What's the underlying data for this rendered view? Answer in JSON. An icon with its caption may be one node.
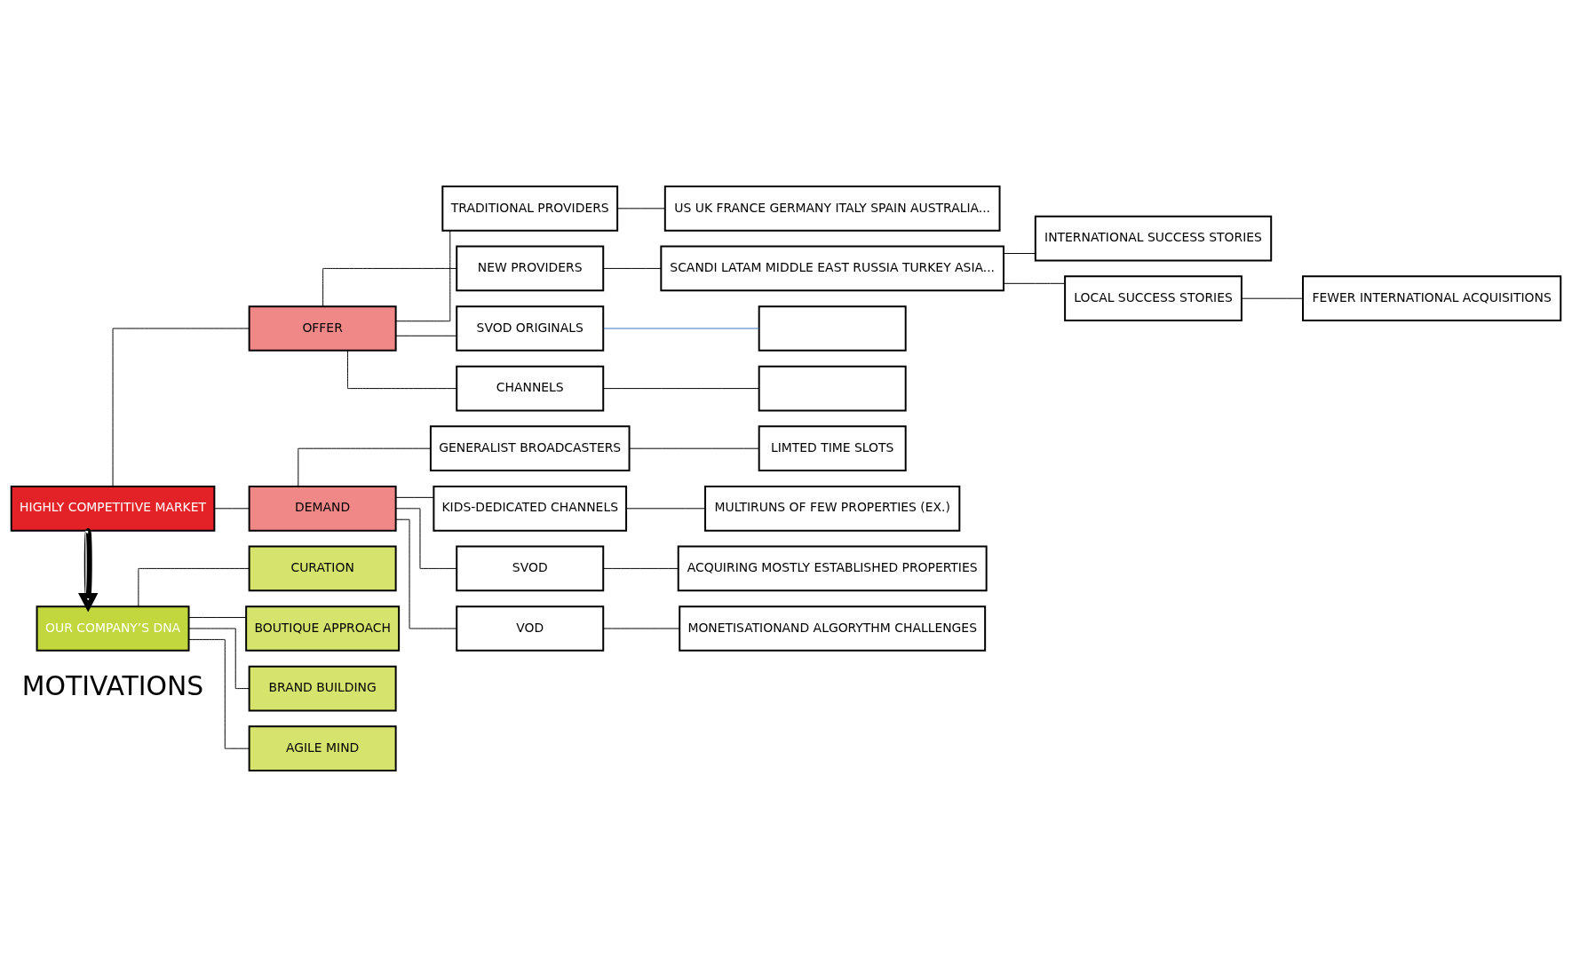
{
  "diagram": {
    "nodes": [
      {
        "text": [
          "HIGHLY COMPETITIVE MARKET"
        ]
      },
      {
        "text": [
          "OUR COMPANY’S DNA"
        ]
      },
      {
        "text": [
          "OFFER"
        ]
      },
      {
        "text": [
          "DEMAND"
        ]
      },
      {
        "text": [
          "CURATION"
        ]
      },
      {
        "text": [
          "BOUTIQUE APPROACH"
        ]
      },
      {
        "text": [
          "BRAND BUILDING"
        ]
      },
      {
        "text": [
          "AGILE MIND"
        ]
      },
      {
        "text": [
          "TRADITIONAL PROVIDERS"
        ]
      },
      {
        "text": [
          "NEW PROVIDERS"
        ]
      },
      {
        "text": [
          "SVOD ORIGINALS"
        ]
      },
      {
        "text": [
          "CHANNELS"
        ]
      },
      {
        "text": [
          "GENERALIST BROADCASTERS"
        ]
      },
      {
        "text": [
          "KIDS-DEDICATED CHANNELS"
        ]
      },
      {
        "text": [
          "SVOD"
        ]
      },
      {
        "text": [
          "VOD"
        ]
      },
      {
        "text": [
          "US UK FRANCE GERMANY ITALY SPAIN AUSTRALIA..."
        ]
      },
      {
        "text": [
          "SCANDI LATAM MIDDLE EAST RUSSIA TURKEY ASIA..."
        ]
      },
      {
        "text": [],
        "shape": "box"
      },
      {
        "text": [],
        "shape": "box"
      },
      {
        "text": [
          "LIMTED TIME SLOTS"
        ]
      },
      {
        "text": [
          "MULTIRUNS OF FEW PROPERTIES (EX.)"
        ]
      },
      {
        "text": [
          "ACQUIRING MOSTLY ESTABLISHED PROPERTIES"
        ]
      },
      {
        "text": [
          "MONETISATIONAND ALGORYTHM CHALLENGES"
        ]
      },
      {
        "text": [
          "INTERNATIONAL SUCCESS STORIES"
        ]
      },
      {
        "text": [
          "LOCAL SUCCESS STORIES"
        ]
      },
      {
        "text": [
          "FEWER INTERNATIONAL ACQUISITIONS"
        ]
      }
    ],
    "edges": [
      {
        "from": 0,
        "to": 1,
        "arrow": "to",
        "style": "thick"
      },
      {
        "from": 0,
        "to": 2,
        "arrow": "none"
      },
      {
        "from": 0,
        "to": 3,
        "arrow": "none"
      },
      {
        "from": 1,
        "to": 4,
        "arrow": "none"
      },
      {
        "from": 1,
        "to": 5,
        "arrow": "none"
      },
      {
        "from": 1,
        "to": 6,
        "arrow": "none"
      },
      {
        "from": 1,
        "to": 7,
        "arrow": "none"
      },
      {
        "from": 2,
        "to": 8,
        "arrow": "none"
      },
      {
        "from": 2,
        "to": 9,
        "arrow": "none"
      },
      {
        "from": 2,
        "to": 10,
        "arrow": "none"
      },
      {
        "from": 2,
        "to": 11,
        "arrow": "none"
      },
      {
        "from": 3,
        "to": 12,
        "arrow": "none"
      },
      {
        "from": 3,
        "to": 13,
        "arrow": "none"
      },
      {
        "from": 3,
        "to": 14,
        "arrow": "none"
      },
      {
        "from": 3,
        "to": 15,
        "arrow": "none"
      },
      {
        "from": 8,
        "to": 16,
        "arrow": "none"
      },
      {
        "from": 9,
        "to": 17,
        "arrow": "none"
      },
      {
        "from": 10,
        "to": 18,
        "arrow": "none",
        "color": "#4472c4"
      },
      {
        "from": 11,
        "to": 19,
        "arrow": "none"
      },
      {
        "from": 12,
        "to": 20,
        "arrow": "none"
      },
      {
        "from": 13,
        "to": 21,
        "arrow": "none"
      },
      {
        "from": 14,
        "to": 22,
        "arrow": "none"
      },
      {
        "from": 15,
        "to": 23,
        "arrow": "none"
      },
      {
        "from": 17,
        "to": 24,
        "arrow": "none"
      },
      {
        "from": 17,
        "to": 25,
        "arrow": "none"
      },
      {
        "from": 25,
        "to": 26,
        "arrow": "none"
      }
    ],
    "labels": [
      "MOTIVATIONS"
    ]
  }
}
